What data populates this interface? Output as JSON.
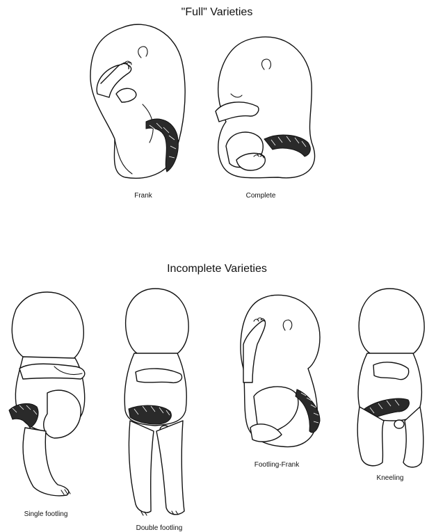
{
  "sections": {
    "full": {
      "heading": "\"Full\" Varieties",
      "figures": [
        {
          "label": "Frank",
          "icon": "frank-breech-fetus-illustration"
        },
        {
          "label": "Complete",
          "icon": "complete-breech-fetus-illustration"
        }
      ]
    },
    "incomplete": {
      "heading": "Incomplete Varieties",
      "figures": [
        {
          "label": "Single footling",
          "icon": "single-footling-breech-fetus-illustration"
        },
        {
          "label": "Double footling",
          "icon": "double-footling-breech-fetus-illustration"
        },
        {
          "label": "Footling-Frank",
          "icon": "footling-frank-breech-fetus-illustration"
        },
        {
          "label": "Kneeling",
          "icon": "kneeling-breech-fetus-illustration"
        }
      ]
    }
  }
}
